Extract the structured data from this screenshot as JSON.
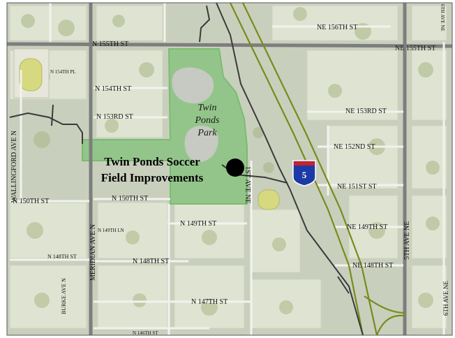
{
  "colors": {
    "ground": "#c9cfbd",
    "lots": "#dfe4d2",
    "trees": "#a9b585",
    "major_road": "#7e7e7e",
    "minor_road": "#f2f2ee",
    "park": "#93c58b",
    "park_border": "#79bd6e",
    "pond": "#c6cac2",
    "freeway": "#7a8a1a",
    "creek": "#3a3a3a",
    "marker": "#000000",
    "shield_blue": "#1c3aa6",
    "shield_red": "#c8202c"
  },
  "project": {
    "label_line1": "Twin Ponds Soccer",
    "label_line2": "Field Improvements"
  },
  "park": {
    "label_line1": "Twin",
    "label_line2": "Ponds",
    "label_line3": "Park"
  },
  "freeway": {
    "shield_number": "5"
  },
  "streets": {
    "ne_156th": "NE 156TH ST",
    "n_155th": "N 155TH ST",
    "ne_155th": "NE 155TH ST",
    "n_154th_pl": "N 154TH PL",
    "n_154th": "N 154TH ST",
    "n_153rd": "N 153RD ST",
    "ne_153rd": "NE 153RD ST",
    "ne_152nd": "NE 152ND ST",
    "ne_151st": "NE 151ST ST",
    "n_150th_a": "N 150TH ST",
    "n_150th_b": "N 150TH ST",
    "n_149th_ln": "N 149TH LN",
    "n_149th": "N 149TH ST",
    "ne_149th": "NE 149TH ST",
    "n_148th_a": "N 148TH ST",
    "n_148th_b": "N 148TH ST",
    "ne_148th": "NE 148TH ST",
    "n_147th": "N 147TH ST",
    "n_146th": "N 146TH ST",
    "wallingford": "WALLINGFORD AVE N",
    "meridian": "MERIDIAN AVE N",
    "burke": "BURKE AVE N",
    "first_ave": "1ST AVE NE",
    "fifth_ave": "5TH AVE NE",
    "sixth_ave_a": "6TH AVE NE",
    "sixth_ave_b": "6TH AVE NE"
  }
}
